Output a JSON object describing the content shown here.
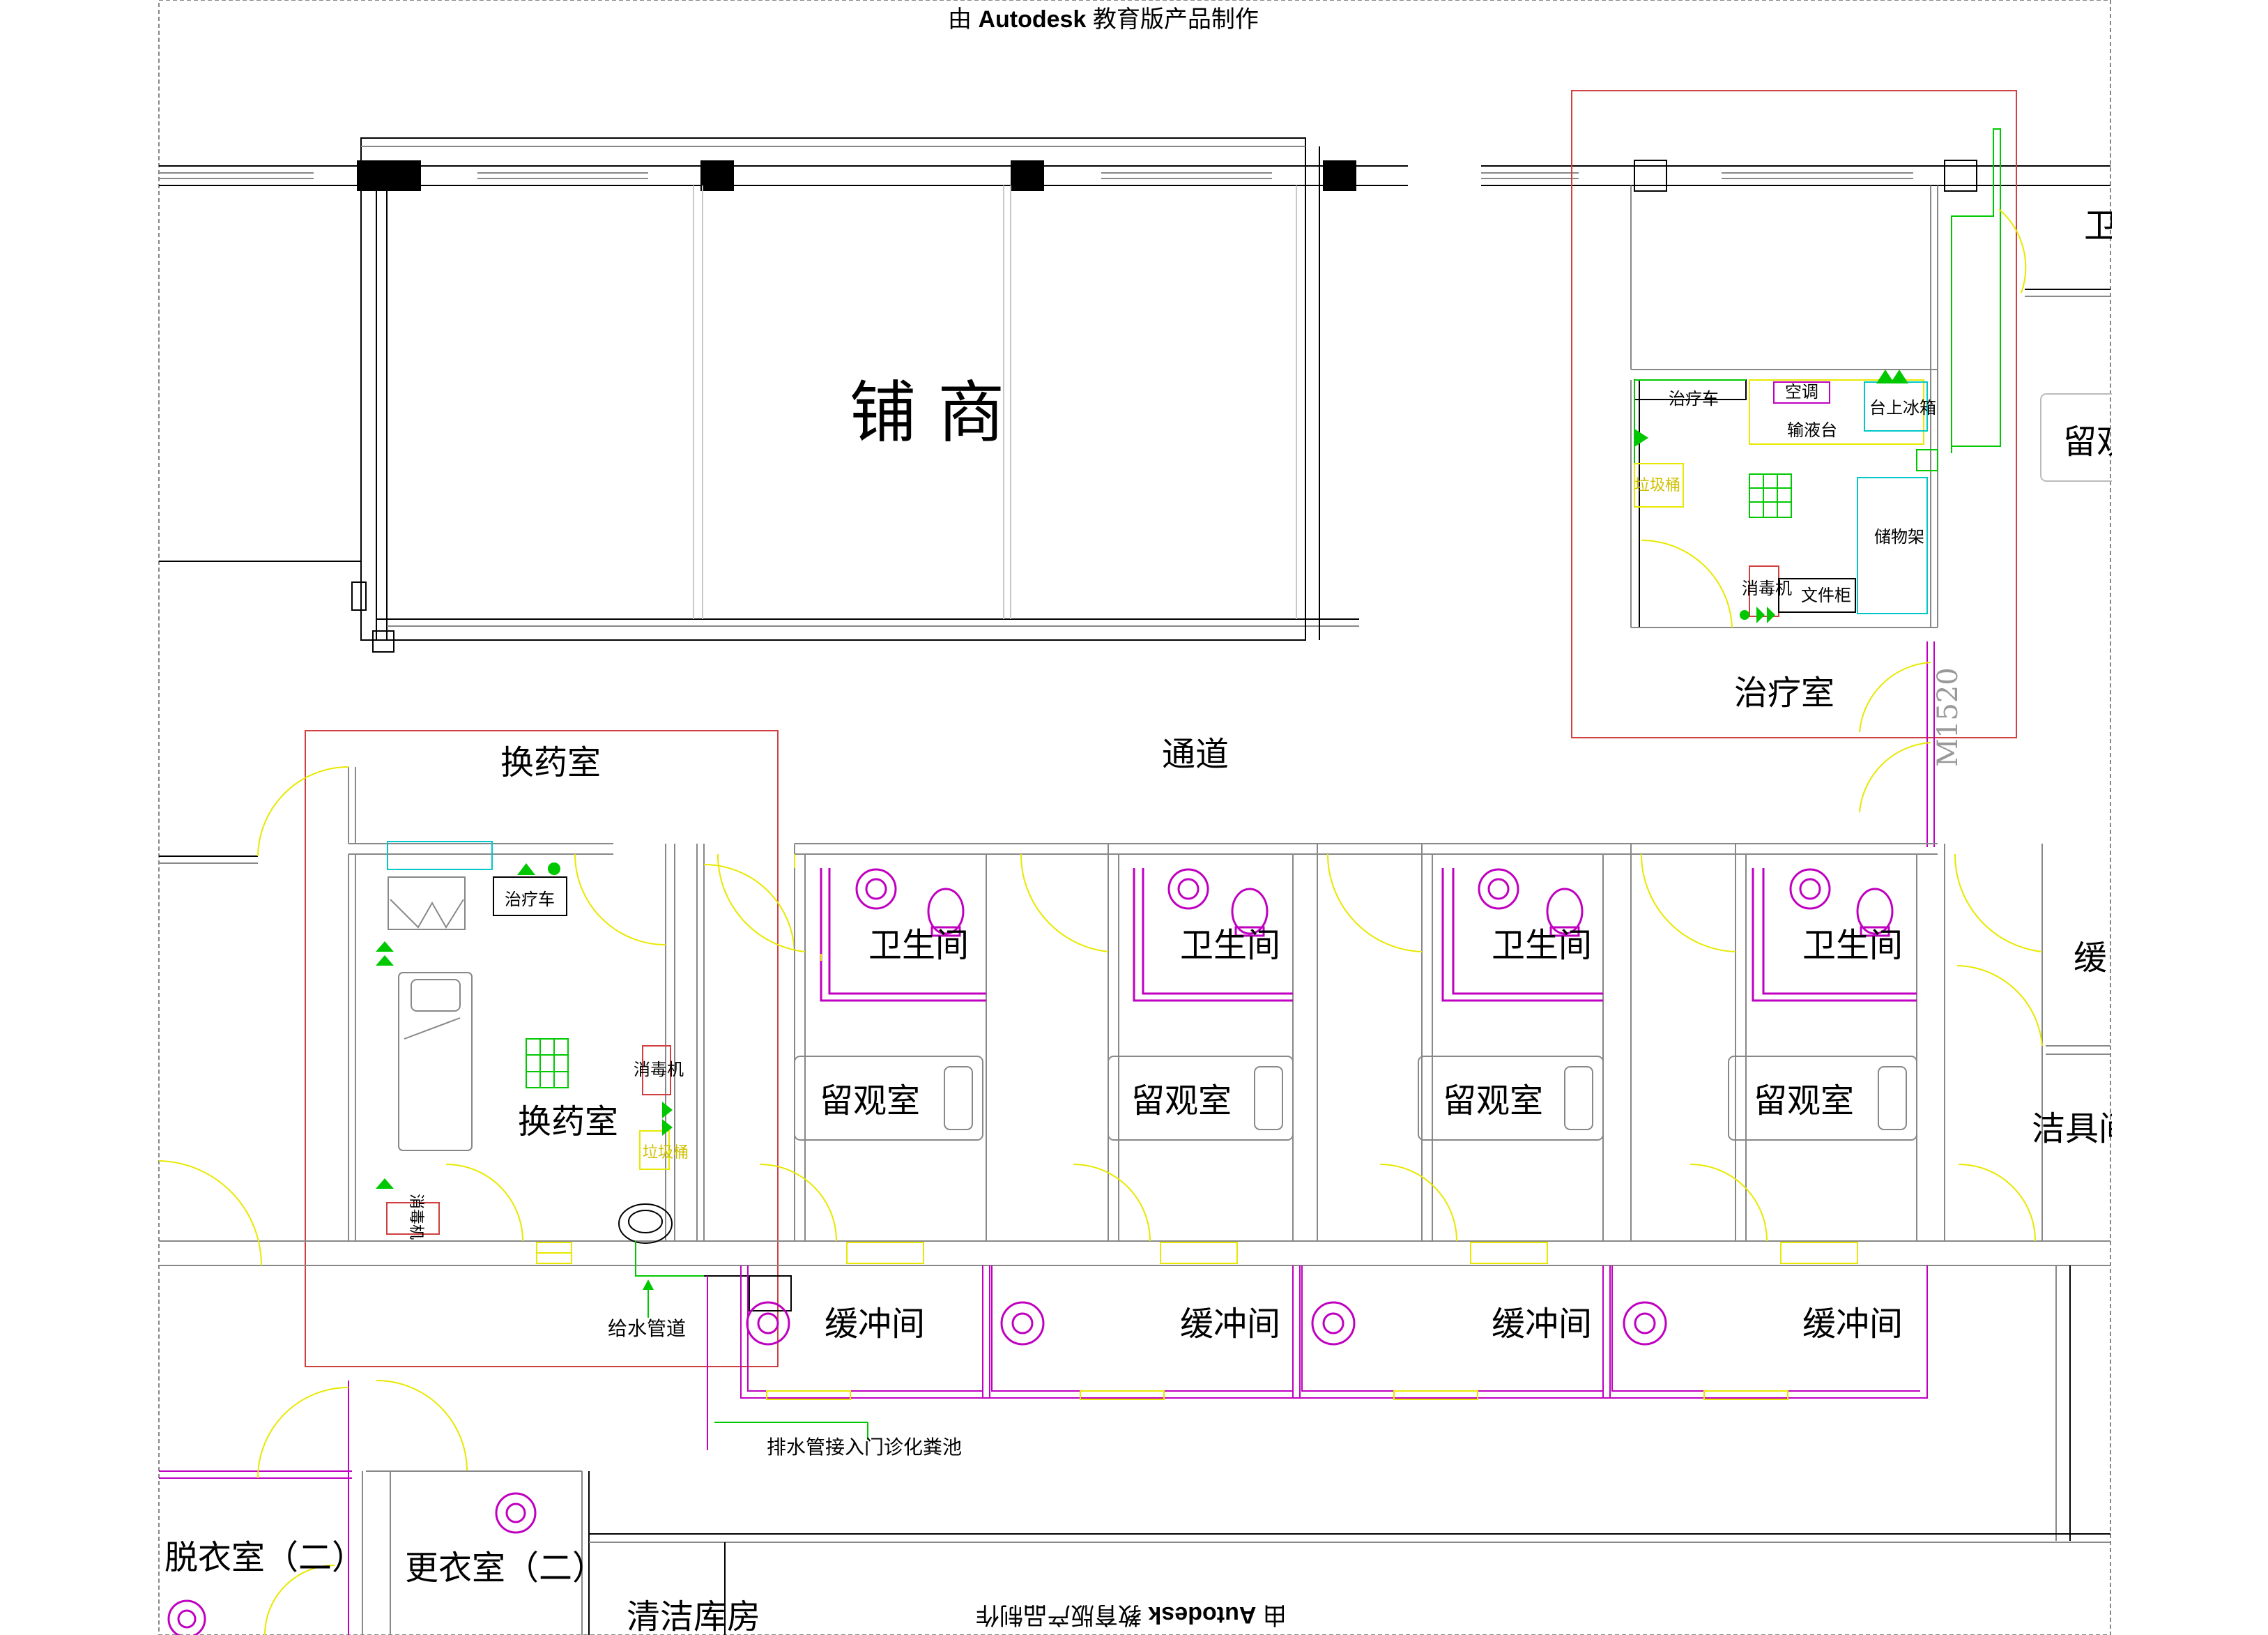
{
  "watermark": {
    "prefix": "由",
    "brand": "Autodesk",
    "suffix": "教育版产品制作"
  },
  "rooms": {
    "shop": "铺 商",
    "treatment_room": "治疗室",
    "corridor": "通道",
    "dressing_room_title": "换药室",
    "dressing_room_label": "换药室",
    "bathroom": "卫生间",
    "observation": "留观室",
    "buffer": "缓冲间",
    "buffer_partial": "缓",
    "cleaning_tools": "洁具间",
    "undress_room": "脱衣室（二）",
    "change_room": "更衣室（二）",
    "cleaning_storage": "清洁库房",
    "right_bathroom_partial": "卫生",
    "right_observation_partial": "留观"
  },
  "equipment": {
    "treatment_cart": "治疗车",
    "air_conditioner": "空调",
    "fridge": "台上冰箱",
    "infusion_table": "输液台",
    "waste_bucket": "垃圾桶",
    "storage_rack": "储物架",
    "disinfector": "消毒机",
    "file_cabinet": "文件柜"
  },
  "annotations": {
    "water_supply": "给水管道",
    "drainage": "排水管接入门诊化粪池",
    "door_tag": "M1520"
  },
  "colors": {
    "wall": "#000000",
    "thin_line": "#b8b8b8",
    "door": "#e8e800",
    "fixture": "#c000c0",
    "green": "#00c800",
    "cyan": "#00c8c8",
    "red": "#d04040",
    "pink": "#e080c0"
  }
}
